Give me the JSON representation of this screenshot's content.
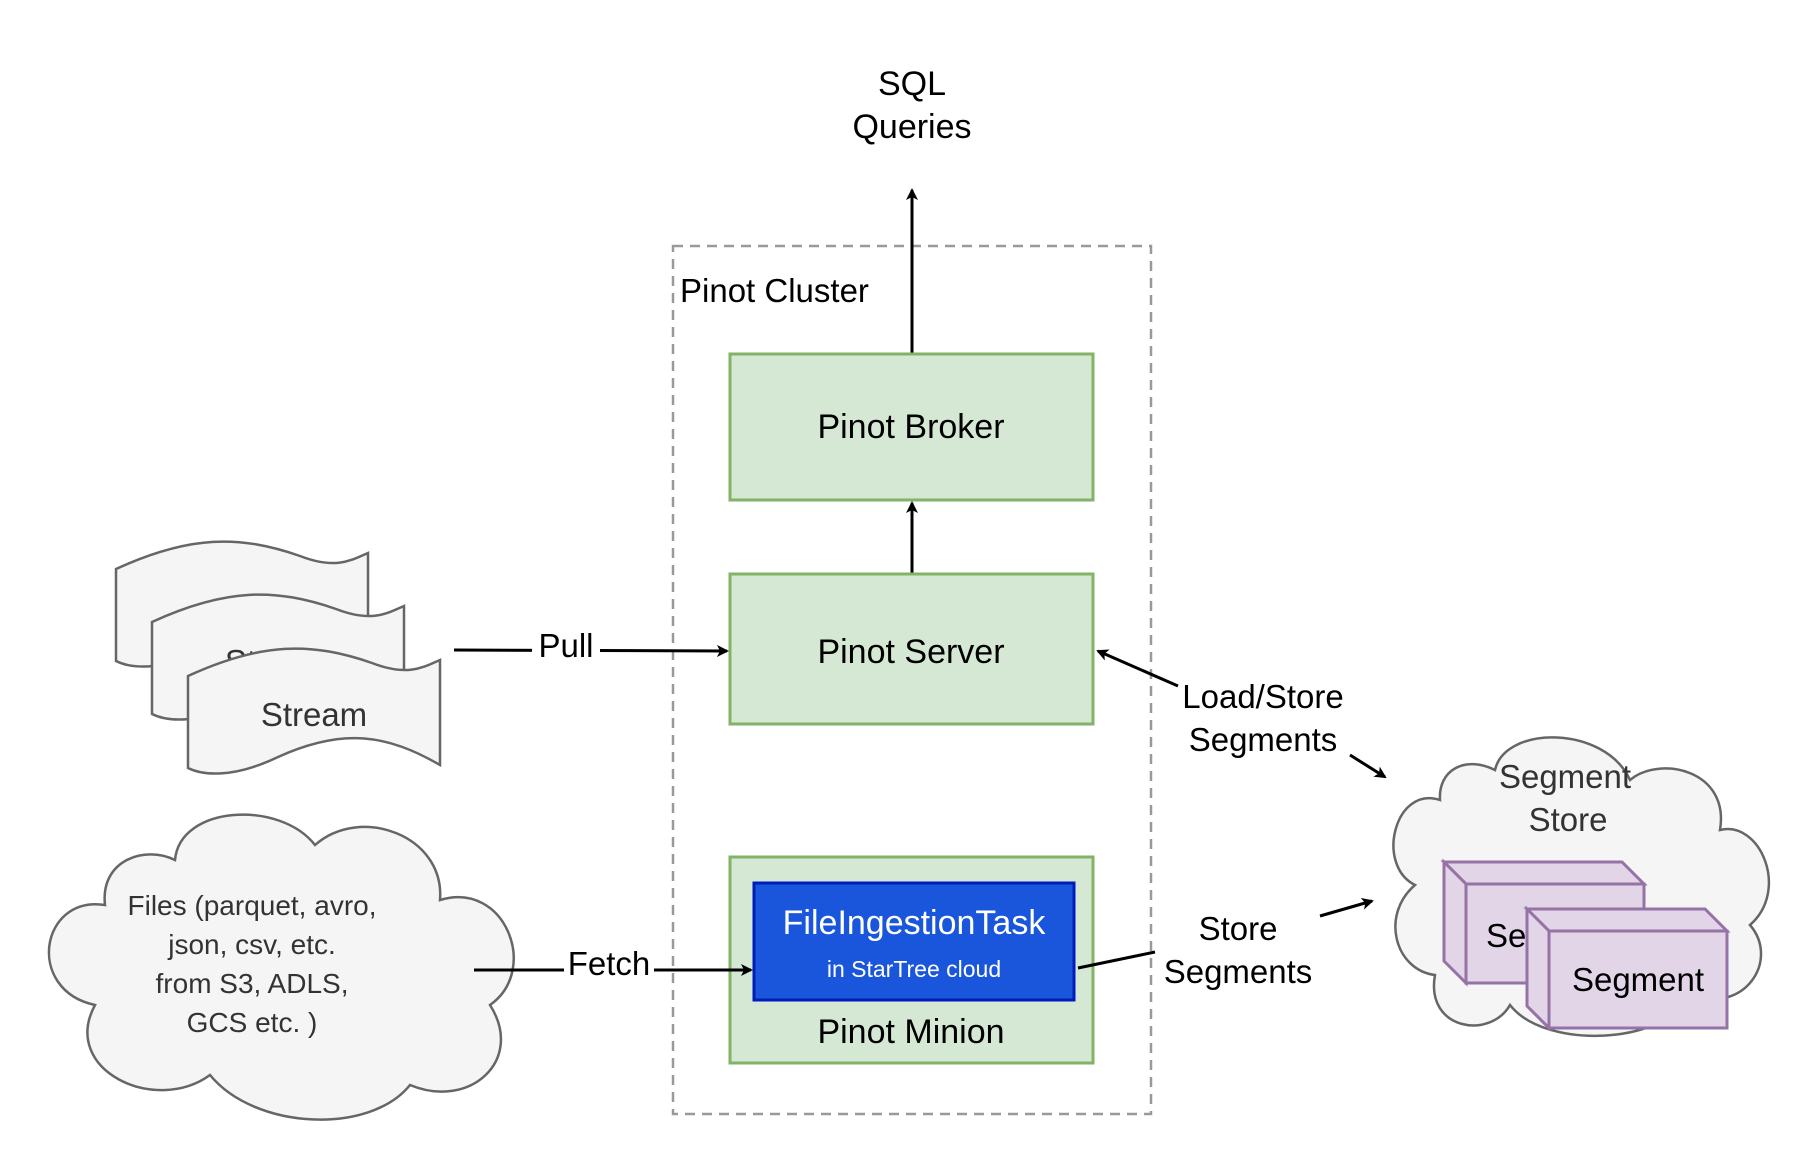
{
  "outputs": {
    "sql_line1": "SQL",
    "sql_line2": "Queries"
  },
  "cluster": {
    "title": "Pinot Cluster"
  },
  "components": {
    "broker": "Pinot Broker",
    "server": "Pinot Server",
    "minion": "Pinot Minion",
    "task_title": "FileIngestionTask",
    "task_subtitle": "in StarTree cloud"
  },
  "sources": {
    "stream": "Stream",
    "files_lines": [
      "Files (parquet, avro,",
      "json, csv, etc.",
      "from S3, ADLS,",
      "GCS etc. )"
    ]
  },
  "edges": {
    "pull": "Pull",
    "fetch": "Fetch",
    "load_store_line1": "Load/Store",
    "load_store_line2": "Segments",
    "store_line1": "Store",
    "store_line2": "Segments"
  },
  "segment_store": {
    "title_line1": "Segment",
    "title_line2": "Store",
    "segment_back": "Se",
    "segment_front": "Segment"
  },
  "colors": {
    "green_fill": "#d5e8d4",
    "green_stroke": "#82b366",
    "purple_fill": "#e1d5e7",
    "purple_stroke": "#9673a6",
    "grey_fill": "#f5f5f5",
    "grey_stroke": "#666666",
    "task_fill": "#1a56db",
    "task_stroke": "#001dbc"
  }
}
